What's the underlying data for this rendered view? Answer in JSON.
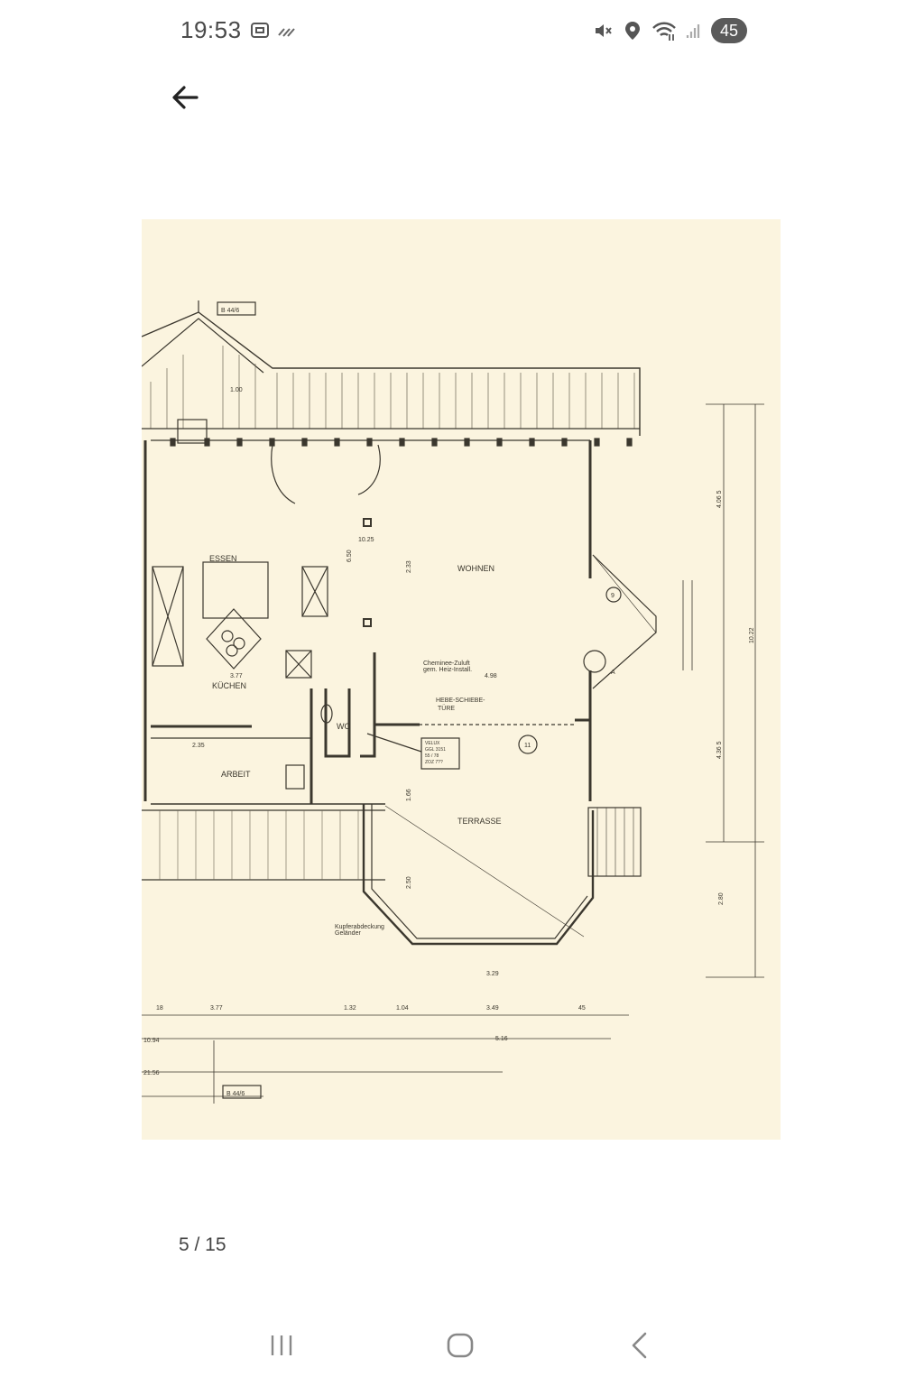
{
  "status_bar": {
    "time": "19:53",
    "battery": "45",
    "icons": [
      "screenshot-icon",
      "sync-icon",
      "mute-icon",
      "location-icon",
      "wifi-icon",
      "signal-icon",
      "battery-icon"
    ]
  },
  "toolbar": {
    "back_icon": "arrow-left-icon"
  },
  "plan": {
    "rooms": {
      "essen": "ESSEN",
      "wohnen": "WOHNEN",
      "kuchen": "KÜCHEN",
      "arbeit": "ARBEIT",
      "wc": "WC",
      "terrasse": "TERRASSE"
    },
    "annotations": {
      "section_top": "B 44/6",
      "section_bottom": "B 44/6",
      "cheminee_1": "Cheminee-Zuluft",
      "cheminee_2": "gem. Heiz-Install.",
      "hebe_1": "HEBE-SCHIEBE-",
      "hebe_2": "TÜRE",
      "kupfer_1": "Kupferabdeckung",
      "kupfer_2": "Geländer",
      "marker_9": "9",
      "marker_11": "11",
      "marker_a": "A",
      "velux_1": "VELUX",
      "velux_2": "GGL 3151",
      "velux_3": "55 / 78",
      "velux_4": "ZOZ 7??"
    },
    "dimensions": {
      "d_100": "1.00",
      "d_650": "6.50",
      "d_1025": "10.25",
      "d_233": "2.33",
      "d_377a": "3.77",
      "d_498": "4.98",
      "d_235": "2.35",
      "d_166": "1.66",
      "d_250": "2.50",
      "d_329": "3.29",
      "d_18": "18",
      "d_377b": "3.77",
      "d_132": "1.32",
      "d_104": "1.04",
      "d_349": "3.49",
      "d_45": "45",
      "d_1094": "10.94",
      "d_516": "5.16",
      "d_2156": "21.56",
      "d_1022": "10.22",
      "d_280": "2.80",
      "d_4065": "4.06 5",
      "d_4365": "4.36 5"
    }
  },
  "pager": {
    "text": "5 / 15"
  },
  "nav": {
    "recent": "recents-icon",
    "home": "home-icon",
    "back": "chevron-left-icon"
  }
}
